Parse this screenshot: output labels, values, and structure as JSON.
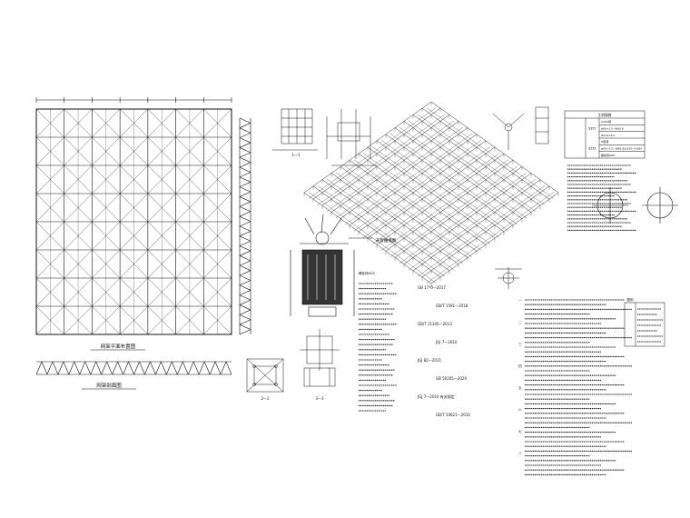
{
  "drawing": {
    "plan_title": "网架平面布置图",
    "elevation_title": "网架剖面图",
    "section_1": "1—1",
    "section_2": "2—2",
    "section_3": "3—3",
    "node_label": "天窗抽搐图",
    "node_note": "螺栓球M20",
    "table_header": "主材规格",
    "table_rows": [
      {
        "grade": "",
        "spec": "Q235钢"
      },
      {
        "grade": "Q355",
        "spec": "φ60×3.5~Φ89.8"
      },
      {
        "grade": "",
        "spec": "Φ114×4.0"
      },
      {
        "grade": "",
        "spec": "H型钢"
      },
      {
        "grade": "Q235",
        "spec": "φ60×3.5—Φ89.8/Q235—H58A"
      },
      {
        "grade": "",
        "spec": "螺栓球M20"
      }
    ],
    "standards": [
      "GB 17*0—2017",
      "GB/T 1591—2018",
      "GB/T 11345—2013",
      "JGJ 7—2010",
      "JGJ 82—2011",
      "GB 50205—2020",
      "JGJ 7—2010 有关规定",
      "GB/T 50621—2010"
    ],
    "section_roman": [
      "一",
      "二",
      "三",
      "四",
      "五",
      "六",
      "七",
      "八"
    ],
    "legend_title": "图例"
  }
}
